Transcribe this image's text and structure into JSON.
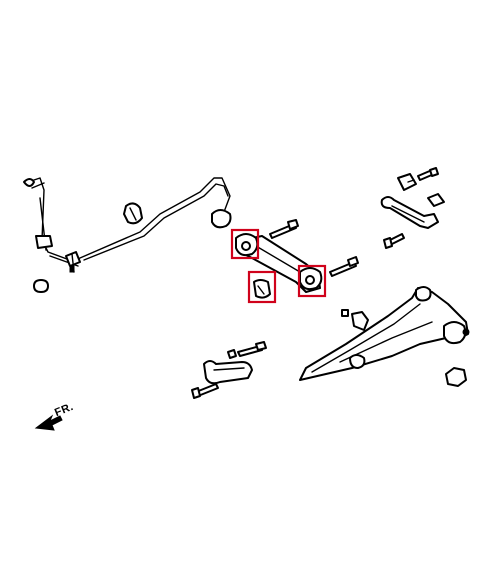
{
  "direction_label": "FR.",
  "colors": {
    "ink": "#000000",
    "background": "#ffffff",
    "highlight": "#d0021b"
  },
  "highlighted_parts": [
    "upper-arm-inner-bushing",
    "separate-bushing",
    "upper-arm-outer-bushing"
  ]
}
